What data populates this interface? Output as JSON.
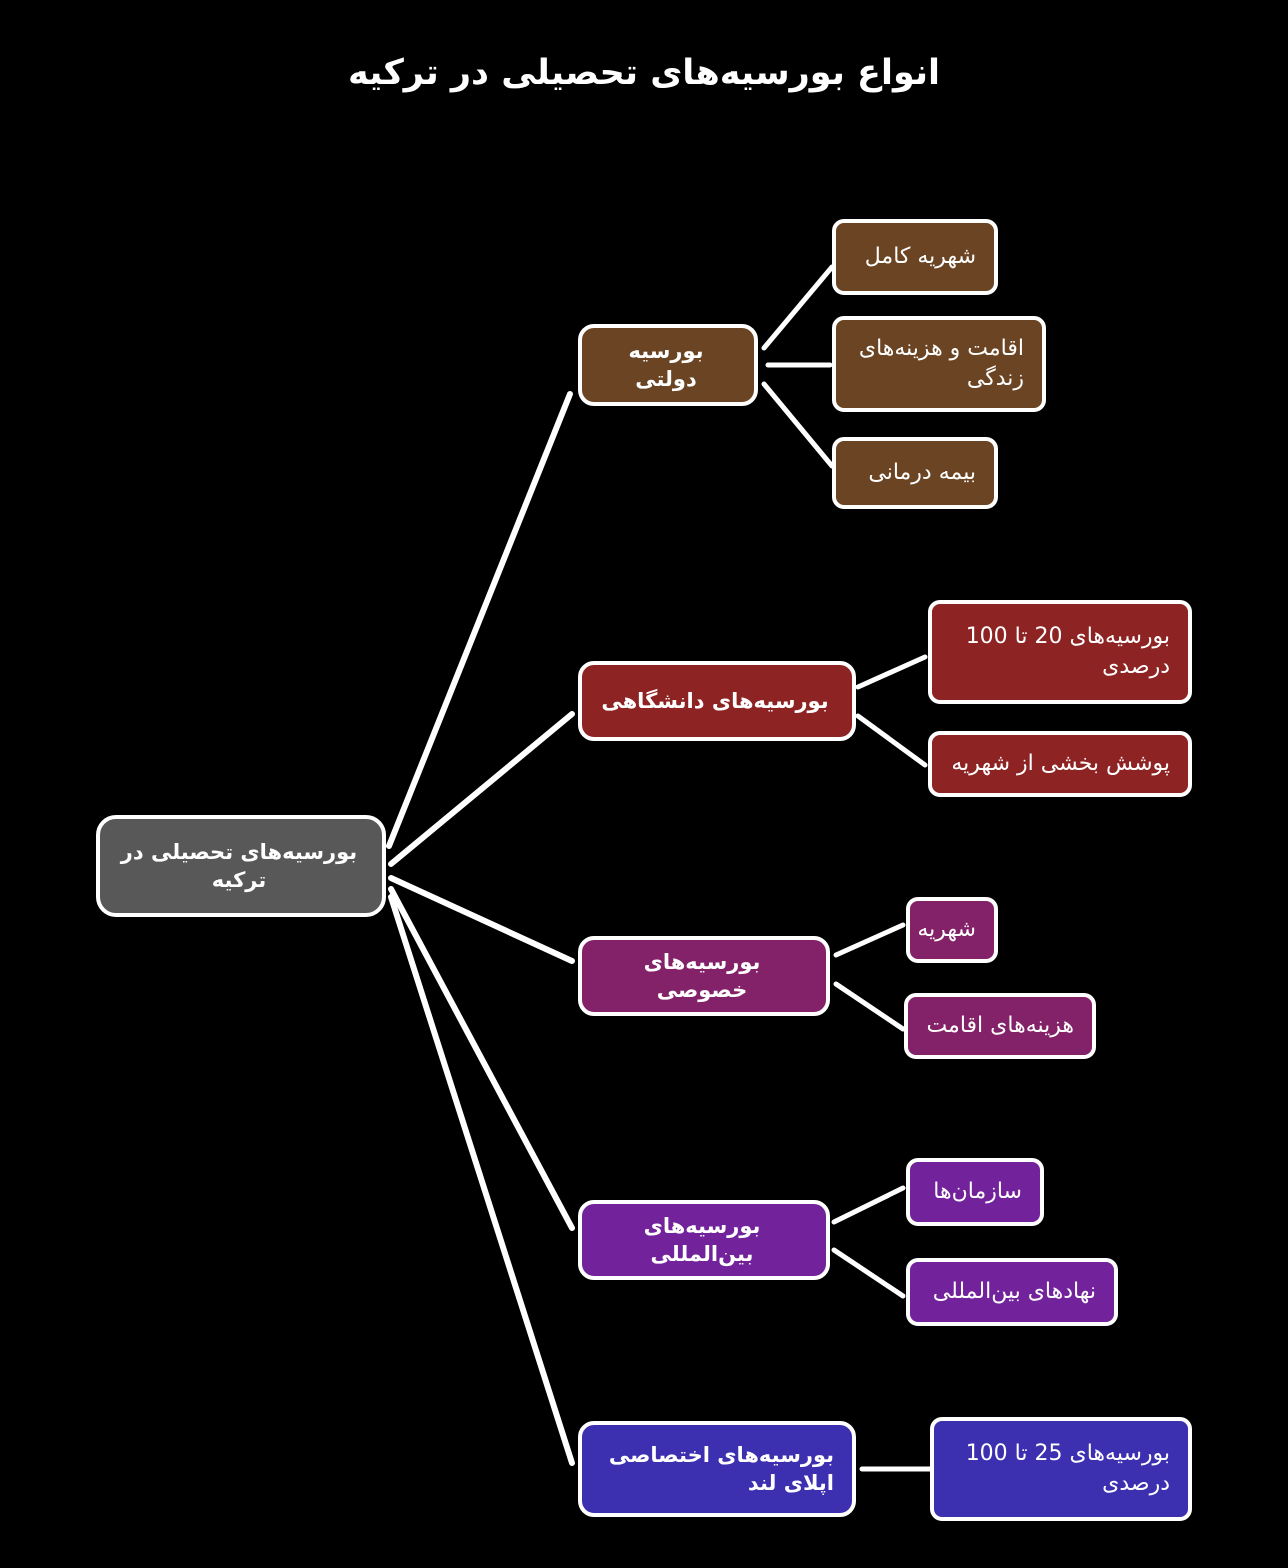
{
  "title": "انواع بورسیه‌های تحصیلی در ترکیه",
  "background_color": "#000000",
  "connector_color": "#ffffff",
  "root": {
    "label": "بورسیه‌های تحصیلی در ترکیه",
    "color": "#585858"
  },
  "branches": [
    {
      "label": "بورسیه دولتی",
      "color": "#6b4423",
      "children": [
        {
          "label": "شهریه کامل"
        },
        {
          "label": "اقامت و هزینه‌های زندگی"
        },
        {
          "label": "بیمه درمانی"
        }
      ]
    },
    {
      "label": "بورسیه‌های دانشگاهی",
      "color": "#8e2323",
      "children": [
        {
          "label": "بورسیه‌های 20 تا 100 درصدی"
        },
        {
          "label": "پوشش بخشی از شهریه"
        }
      ]
    },
    {
      "label": "بورسیه‌های خصوصی",
      "color": "#842269",
      "children": [
        {
          "label": "شهریه"
        },
        {
          "label": "هزینه‌های اقامت"
        }
      ]
    },
    {
      "label": "بورسیه‌های بین‌المللی",
      "color": "#72239b",
      "children": [
        {
          "label": "سازمان‌ها"
        },
        {
          "label": "نهادهای بین‌المللی"
        }
      ]
    },
    {
      "label": "بورسیه‌های اختصاصی اپلای لند",
      "color": "#3c2fb0",
      "children": [
        {
          "label": "بورسیه‌های 25 تا 100 درصدی"
        }
      ]
    }
  ]
}
